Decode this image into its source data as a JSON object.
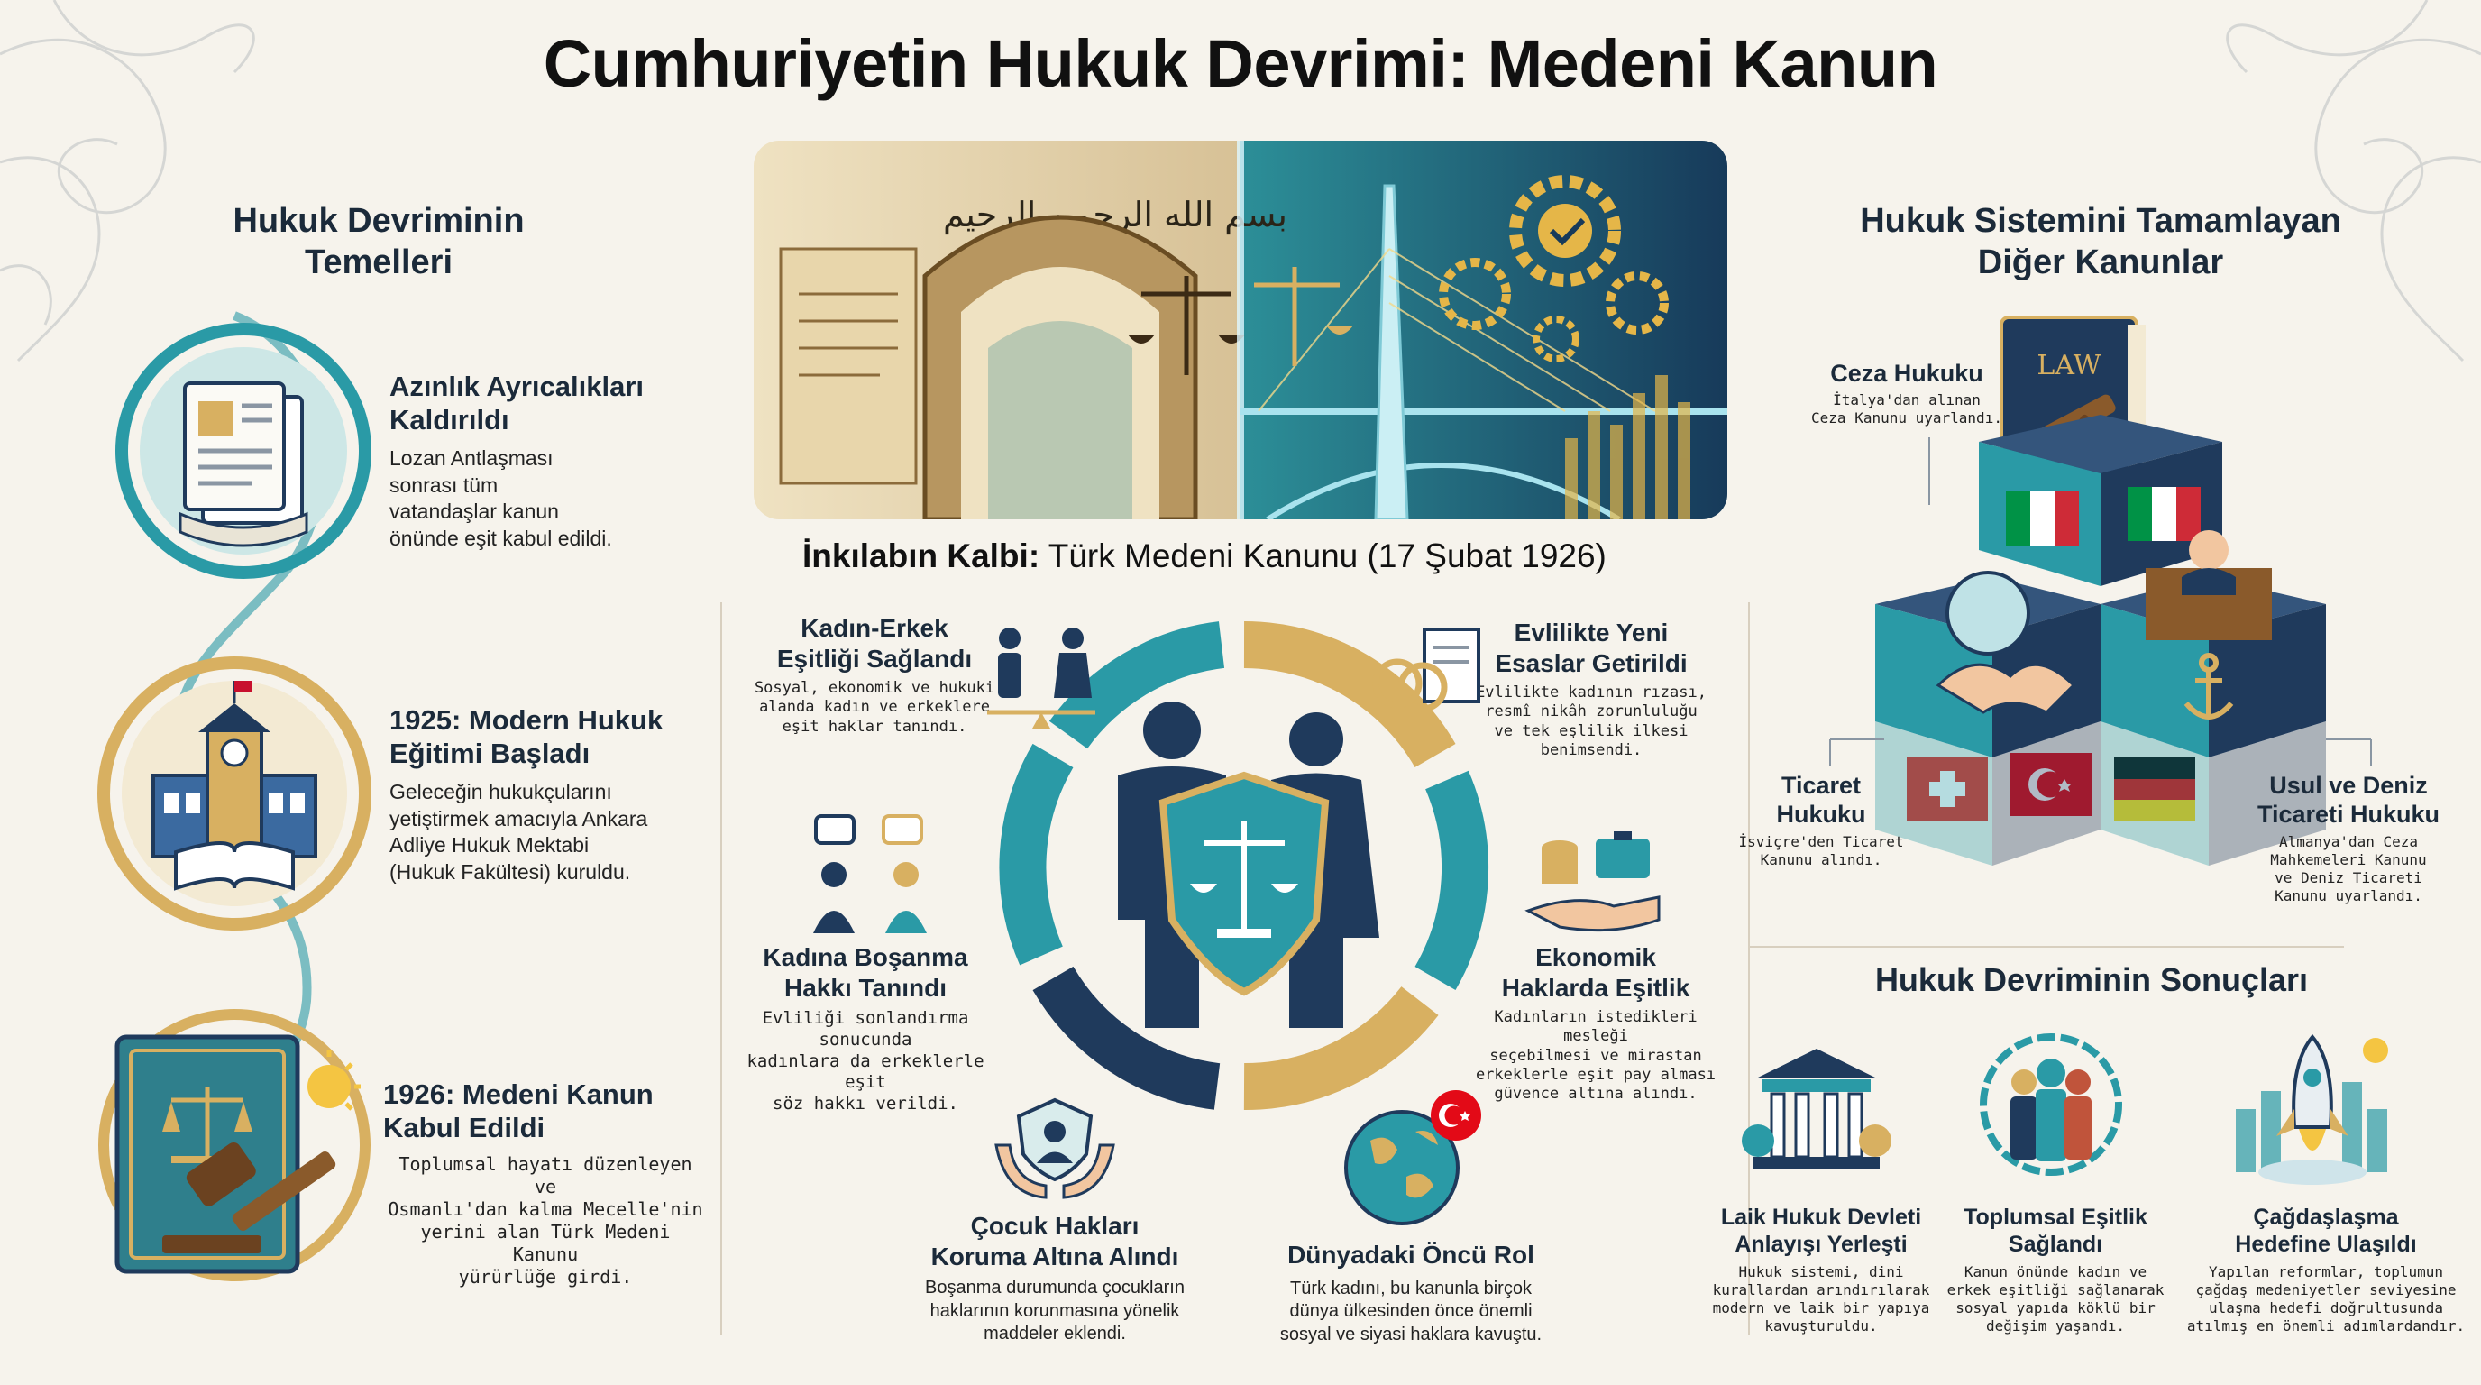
{
  "title": "Cumhuriyetin Hukuk Devrimi: Medeni Kanun",
  "colors": {
    "teal": "#2a9aa6",
    "navy": "#1f3a5c",
    "gold": "#d8b061",
    "cream": "#f6f3ec"
  },
  "left": {
    "title": "Hukuk Devriminin\nTemelleri",
    "items": [
      {
        "heading": "Azınlık Ayrıcalıkları\nKaldırıldı",
        "text": "Lozan Antlaşması\nsonrası tüm\nvatandaşlar kanun\nönünde eşit kabul edildi.",
        "icon": "document-icon"
      },
      {
        "heading": "1925: Modern Hukuk\nEğitimi Başladı",
        "text": "Geleceğin hukukçularını\nyetiştirmek amacıyla Ankara\nAdliye Hukuk Mektabi\n(Hukuk Fakültesi) kuruldu.",
        "icon": "school-building-icon"
      },
      {
        "heading": "1926: Medeni Kanun\nKabul Edildi",
        "text": "Toplumsal hayatı düzenleyen ve\nOsmanlı'dan kalma Mecelle'nin\nyerini alan Türk Medeni Kanunu\nyürürlüğe girdi.",
        "icon": "law-book-gavel-icon"
      }
    ]
  },
  "center": {
    "subtitle_bold": "İnkılabın Kalbi:",
    "subtitle_rest": " Türk Medeni Kanunu (17 Şubat 1926)",
    "items": [
      {
        "heading": "Kadın-Erkek\nEşitliği Sağlandı",
        "text": "Sosyal, ekonomik ve hukuki\nalanda kadın ve erkeklere\neşit haklar tanındı."
      },
      {
        "heading": "Evlilikte Yeni\nEsaslar Getirildi",
        "text": "Evlilikte kadının rızası,\nresmî nikâh zorunluluğu\nve tek eşlilik ilkesi\nbenimsendi."
      },
      {
        "heading": "Kadına Boşanma\nHakkı Tanındı",
        "text": "Evliliği sonlandırma sonucunda\nkadınlara da erkeklerle eşit\nsöz hakkı verildi."
      },
      {
        "heading": "Ekonomik\nHaklarda Eşitlik",
        "text": "Kadınların istedikleri mesleği\nseçebilmesi ve mirastan\nerkeklerle eşit pay alması\ngüvence altına alındı."
      },
      {
        "heading": "Çocuk Hakları\nKoruma Altına Alındı",
        "text": "Boşanma durumunda çocukların\nhaklarının korunmasına yönelik\nmaddeler eklendi."
      },
      {
        "heading": "Dünyadaki Öncü Rol",
        "text": "Türk kadını, bu kanunla birçok\ndünya ülkesinden önce önemli\nsosyal ve siyasi haklara kavuştu."
      }
    ],
    "banner_calligraphy": "بسم الله الرحمن الرحيم"
  },
  "right": {
    "title": "Hukuk Sistemini Tamamlayan\nDiğer Kanunlar",
    "book_label": "LAW",
    "laws": [
      {
        "heading": "Ceza Hukuku",
        "text": "İtalya'dan alınan\nCeza Kanunu uyarlandı."
      },
      {
        "heading": "Ticaret\nHukuku",
        "text": "İsviçre'den Ticaret\nKanunu alındı."
      },
      {
        "heading": "Usul ve Deniz\nTicareti Hukuku",
        "text": "Almanya'dan Ceza\nMahkemeleri Kanunu\nve Deniz Ticareti\nKanunu uyarlandı."
      }
    ],
    "results_title": "Hukuk Devriminin Sonuçları",
    "results": [
      {
        "heading": "Laik Hukuk Devleti\nAnlayışı Yerleşti",
        "text": "Hukuk sistemi, dini\nkurallardan arındırılarak\nmodern ve laik  bir yapıya\nkavuşturuldu."
      },
      {
        "heading": "Toplumsal Eşitlik\nSağlandı",
        "text": "Kanun önünde kadın ve\nerkek eşitliği sağlanarak\nsosyal yapıda köklü bir\ndeğişim yaşandı."
      },
      {
        "heading": "Çağdaşlaşma\nHedefine Ulaşıldı",
        "text": "Yapılan reformlar, toplumun\nçağdaş medeniyetler seviyesine\nulaşma hedefi doğrultusunda\natılmış en önemli adımlardandır."
      }
    ]
  }
}
